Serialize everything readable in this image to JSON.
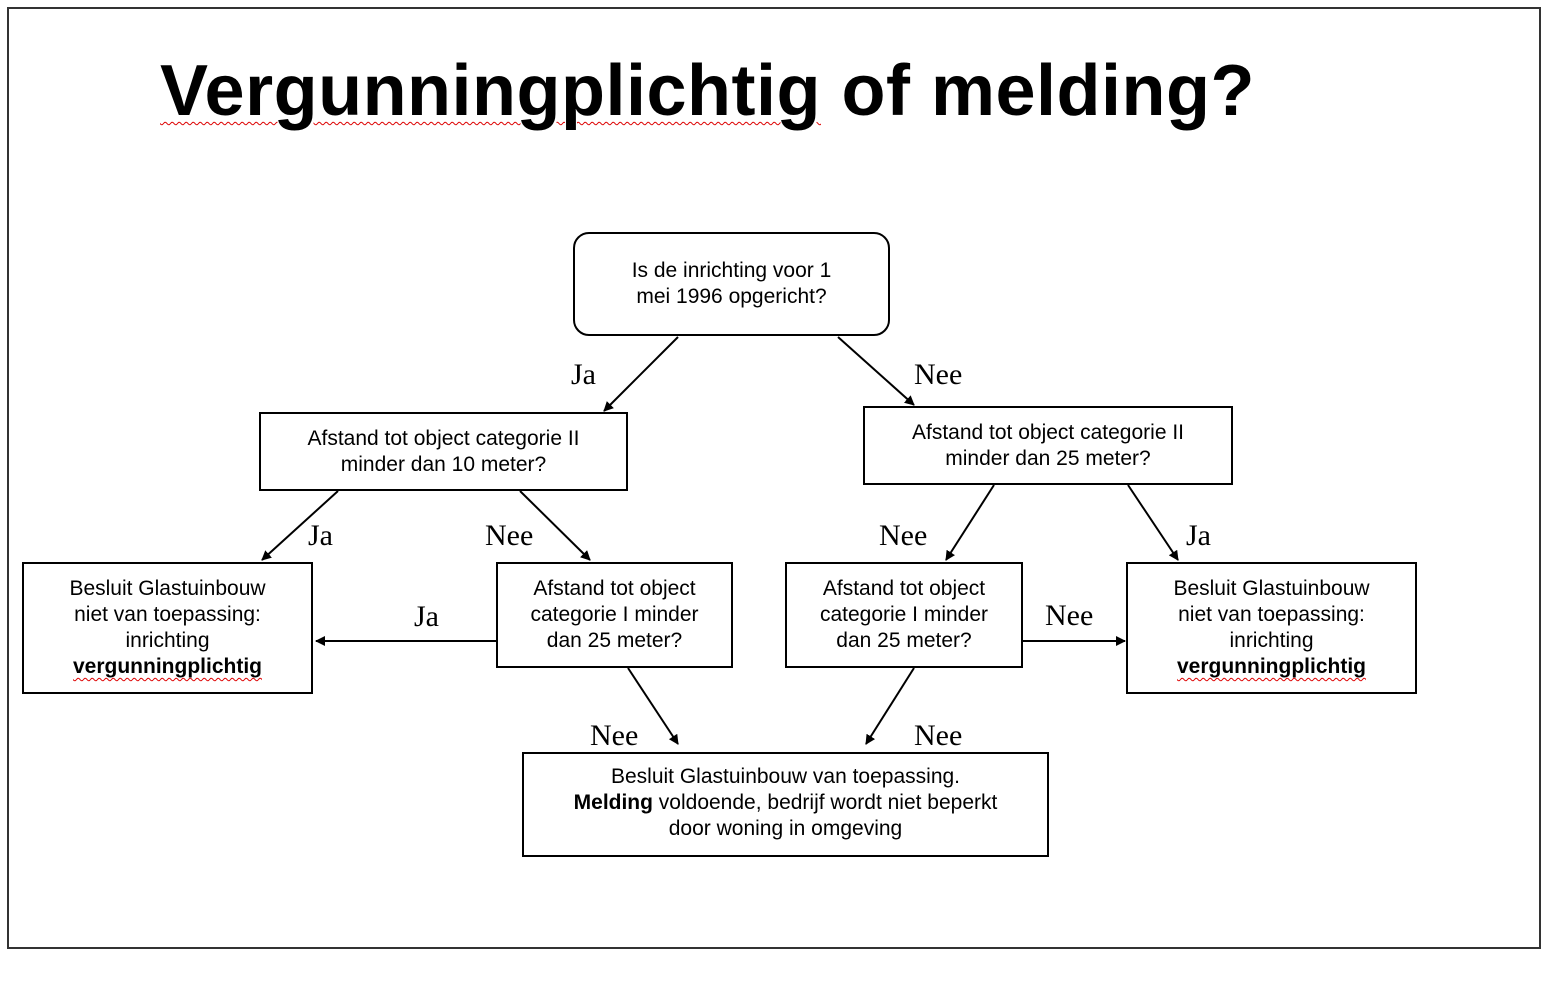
{
  "title": {
    "prefix": "Vergunningplichtig",
    "suffix": " of melding?"
  },
  "nodes": {
    "start": "Is de inrichting voor 1\nmei 1996 opgericht?",
    "left_q1": "Afstand tot object categorie II\nminder dan 10 meter?",
    "right_q1": "Afstand tot object categorie II\nminder dan 25 meter?",
    "left_q2": "Afstand tot object\ncategorie I minder\ndan 25 meter?",
    "right_q2": "Afstand tot object\ncategorie I minder\ndan 25 meter?",
    "left_result": {
      "line": "Besluit Glastuinbouw\nniet van toepassing:\ninrichting",
      "bold": "vergunningplichtig"
    },
    "right_result": {
      "line": "Besluit Glastuinbouw\nniet van toepassing:\ninrichting",
      "bold": "vergunningplichtig"
    },
    "bottom_result": {
      "line1": "Besluit Glastuinbouw van toepassing.",
      "bold": "Melding",
      "rest": " voldoende, bedrijf wordt niet beperkt\ndoor woning in omgeving"
    }
  },
  "edge_labels": {
    "start_left": "Ja",
    "start_right": "Nee",
    "lq1_ja": "Ja",
    "lq1_nee": "Nee",
    "lq2_ja": "Ja",
    "lq2_nee": "Nee",
    "rq1_nee": "Nee",
    "rq1_ja": "Ja",
    "rq2_nee_right": "Nee",
    "rq2_nee_down": "Nee"
  }
}
